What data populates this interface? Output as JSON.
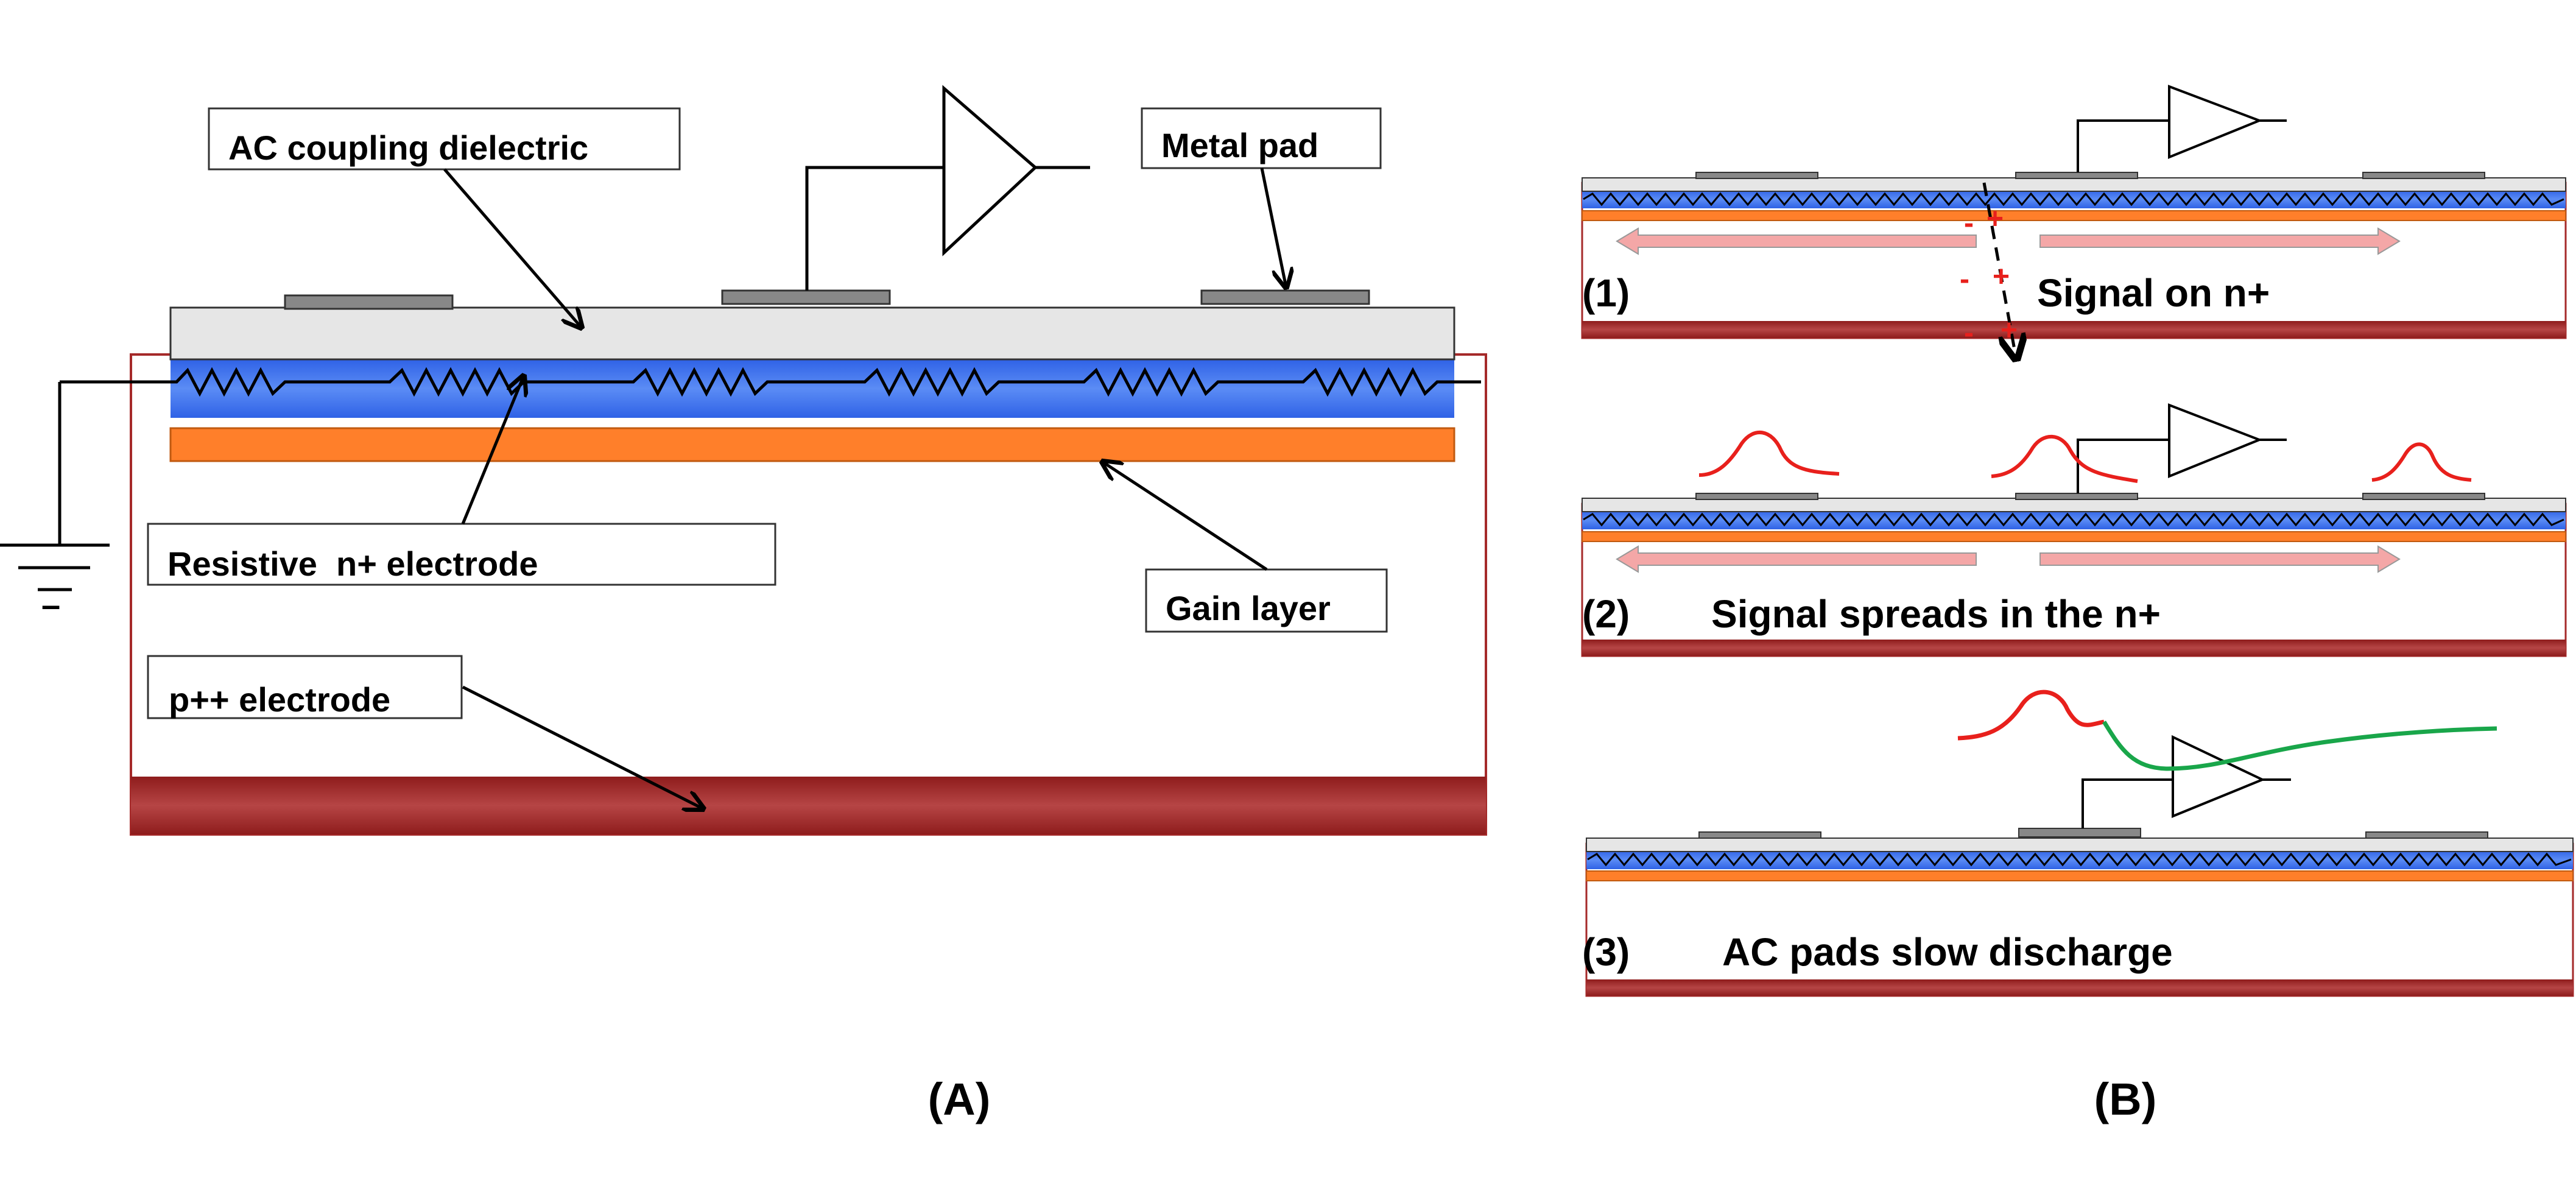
{
  "panel_a": {
    "caption": "(A)",
    "labels": {
      "ac_coupling": "AC coupling dielectric",
      "metal_pad": "Metal pad",
      "resistive_n": "Resistive  n+ electrode",
      "gain_layer": "Gain layer",
      "p_electrode": "p++ electrode",
      "ground_minus": "–"
    }
  },
  "panel_b": {
    "caption": "(B)",
    "steps": [
      {
        "number": "(1)",
        "text": "Signal on n+"
      },
      {
        "number": "(2)",
        "text": "Signal spreads in the n+"
      },
      {
        "number": "(3)",
        "text": "AC pads slow discharge"
      }
    ],
    "charge_signs": [
      "-",
      "+",
      "-",
      "+",
      "-",
      "+"
    ]
  },
  "colors": {
    "dielectric": "#e6e6e6",
    "n_plus": "#3d6fe8",
    "gain": "#ff7f2a",
    "p_plus": "#a52a2a",
    "pad": "#888888",
    "signal_red": "#e8201c",
    "discharge_green": "#19a64a",
    "spread_arrow": "#f4a7a7"
  }
}
